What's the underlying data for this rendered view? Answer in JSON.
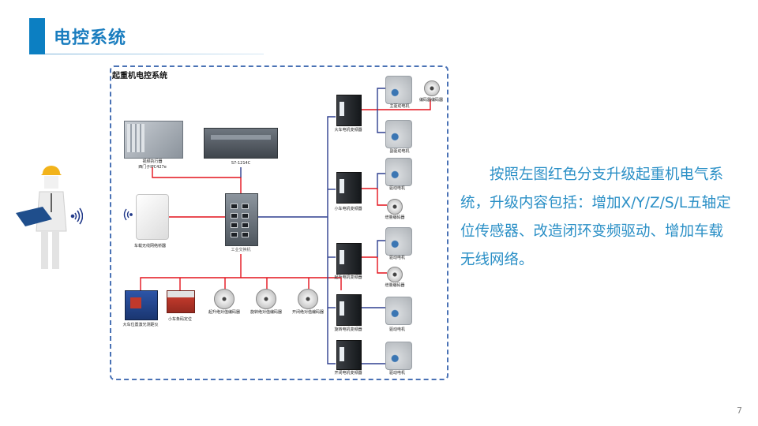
{
  "slide": {
    "title": "电控系统",
    "page_number": "7",
    "accent_color": "#0c7fc2"
  },
  "diagram": {
    "title": "起重机电控系统",
    "wire_colors": {
      "upgrade_branch": "#e3121c",
      "existing_network": "#2e3f8f"
    },
    "devices": {
      "ipc": {
        "label_line1": "视频执行器",
        "label_line2": "西门子IPC427e"
      },
      "plc": {
        "label": "S7-1214C"
      },
      "wifi_ap": {
        "label": "车载无线网络桥器"
      },
      "switch": {
        "label": "工业交换机"
      },
      "sensors": [
        {
          "label": "大车位置激光测距仪"
        },
        {
          "label": "小车条码定位"
        },
        {
          "label": "起升绝对值编码器"
        },
        {
          "label": "旋转绝对值编码器"
        },
        {
          "label": "开闭绝对值编码器"
        }
      ],
      "drives": [
        {
          "inverter_label": "大车电机变频器",
          "motors": [
            {
              "label": "主驱动电机",
              "type": "motor"
            },
            {
              "label": "编码器编码器",
              "type": "encoder"
            },
            {
              "label": "副驱动电机",
              "type": "motor"
            }
          ]
        },
        {
          "inverter_label": "小车电机变频器",
          "motors": [
            {
              "label": "驱动电机",
              "type": "motor"
            },
            {
              "label": "增量编码器",
              "type": "encoder"
            }
          ]
        },
        {
          "inverter_label": "起升电机变频器",
          "motors": [
            {
              "label": "驱动电机",
              "type": "motor"
            },
            {
              "label": "增量编码器",
              "type": "encoder"
            }
          ]
        },
        {
          "inverter_label": "旋转电机变频器",
          "motors": [
            {
              "label": "驱动电机",
              "type": "motor"
            }
          ]
        },
        {
          "inverter_label": "开闭电机变频器",
          "motors": [
            {
              "label": "驱动电机",
              "type": "motor"
            }
          ]
        }
      ]
    }
  },
  "operator": {
    "icon": "operator-with-tablet",
    "signal_icon": "wireless-signal"
  },
  "body": {
    "paragraph": "按照左图红色分支升级起重机电气系统，升级内容包括：增加X/Y/Z/S/L五轴定位传感器、改造闭环变频驱动、增加车载无线网络。"
  }
}
